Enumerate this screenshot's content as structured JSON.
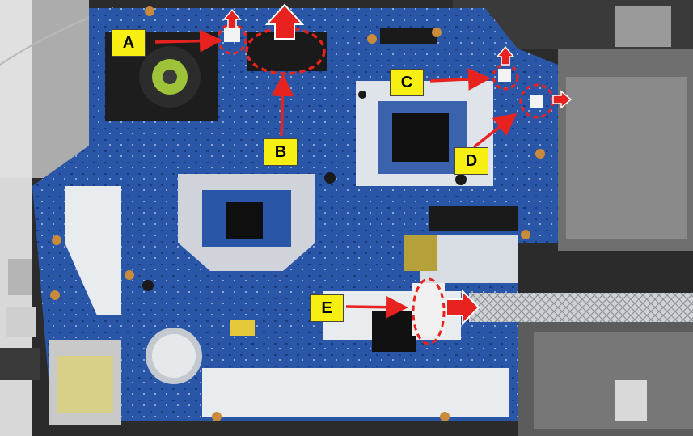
{
  "callouts": {
    "a": "A",
    "b": "B",
    "c": "C",
    "d": "D",
    "e": "E"
  },
  "colors": {
    "board": "#2a56a8",
    "label_fill": "#f7ee12",
    "arrow_red": "#e8231f",
    "circle_red": "#e8231f"
  }
}
